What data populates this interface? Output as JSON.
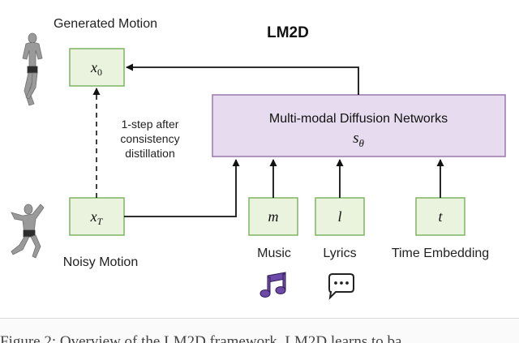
{
  "title": "LM2D",
  "labels": {
    "generated_motion": "Generated Motion",
    "noisy_motion": "Noisy Motion",
    "step_line1": "1-step after",
    "step_line2": "consistency",
    "step_line3": "distillation",
    "network_line1": "Multi-modal Diffusion Networks",
    "network_symbol": "s",
    "network_subscript": "θ",
    "music": "Music",
    "lyrics": "Lyrics",
    "time_embedding": "Time Embedding"
  },
  "nodes": {
    "x0": {
      "base": "x",
      "sub": "0"
    },
    "xT": {
      "base": "x",
      "sub": "T"
    },
    "m": "m",
    "l": "l",
    "t": "t"
  },
  "caption": "Figure 2: Overview of the LM2D framework. LM2D learns to ba",
  "colors": {
    "node_fill": "#e9f3de",
    "node_stroke": "#86b86a",
    "network_fill": "#e7dcef",
    "network_stroke": "#9d7fb0",
    "arrow": "#111111",
    "icon": "#6e4aa8"
  },
  "icons": [
    "human-figure-icon",
    "human-figure-icon",
    "music-note-icon",
    "chat-bubble-icon"
  ]
}
